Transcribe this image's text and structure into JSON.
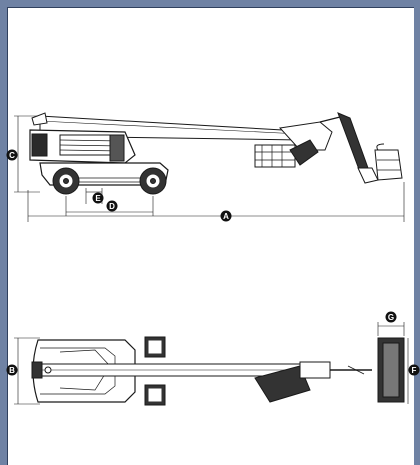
{
  "labels": {
    "overall_length": "A",
    "width": "B",
    "height": "C",
    "wheelbase": "D",
    "ground_clearance": "E",
    "platform_length": "F",
    "platform_width": "G"
  },
  "colors": {
    "frame": "#6f82a4",
    "line": "#1a1a1a",
    "label_fill": "#111111"
  }
}
